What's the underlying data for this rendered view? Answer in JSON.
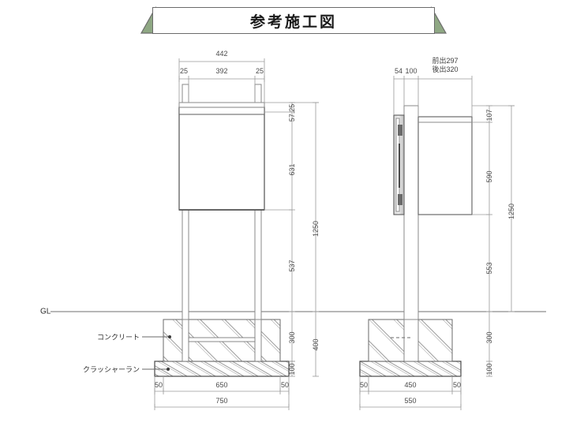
{
  "title": "参考施工図",
  "theme": {
    "accent_green": "#8fa884",
    "line": "#8a8a8a",
    "line_dark": "#5a5a5a",
    "text": "#333333",
    "background": "#ffffff"
  },
  "annotations": {
    "ground_line": "GL",
    "concrete": "コンクリート",
    "crusher_run": "クラッシャーラン"
  },
  "front_elevation": {
    "top_dimensions": {
      "overall": "442",
      "segments": [
        "25",
        "392",
        "25"
      ]
    },
    "vertical_dimensions": {
      "segments": [
        "57.25",
        "631",
        "537"
      ],
      "above_ground_total": "1250",
      "below_ground_segments": [
        "300",
        "100"
      ],
      "below_ground_total": "400"
    },
    "base_dimensions": {
      "segments": [
        "50",
        "650",
        "50"
      ],
      "overall": "750"
    }
  },
  "side_elevation": {
    "top_dimensions": {
      "segments": [
        "54",
        "100"
      ],
      "projection_note_front": "前出297",
      "projection_note_rear": "後出320"
    },
    "vertical_dimensions": {
      "segments": [
        "107",
        "590",
        "553"
      ],
      "above_ground_total": "1250",
      "below_ground_segments": [
        "300",
        "100"
      ]
    },
    "base_dimensions": {
      "segments": [
        "50",
        "450",
        "50"
      ],
      "overall": "550"
    }
  }
}
